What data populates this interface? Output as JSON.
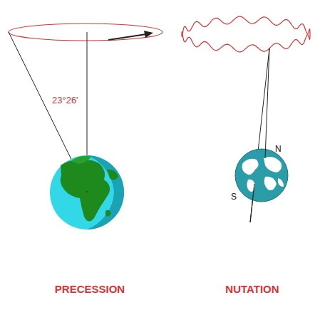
{
  "diagram": {
    "labels": [
      "23°26'",
      "N",
      "S",
      "PRECESSION",
      "NUTATION"
    ]
  }
}
